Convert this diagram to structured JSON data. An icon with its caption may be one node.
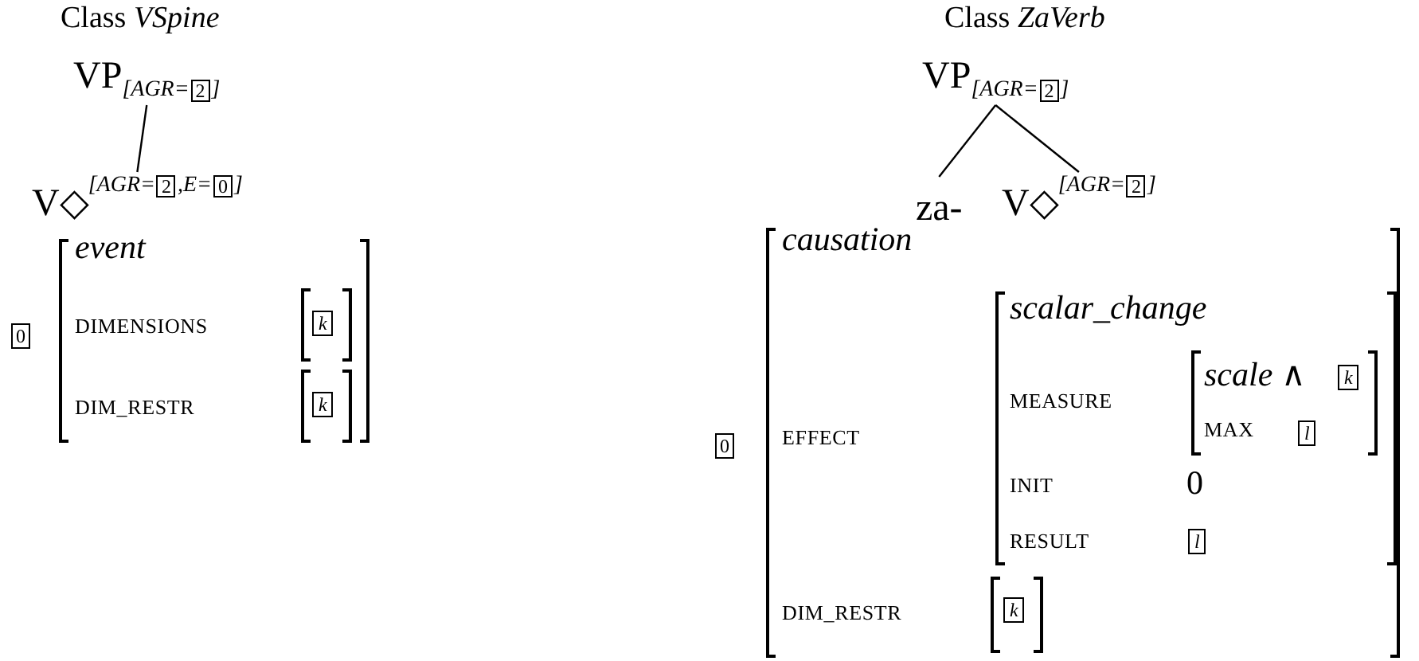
{
  "diagram": {
    "nodes": [
      {
        "text": [
          "VP",
          "[AGR=",
          "2",
          "]"
        ]
      },
      {
        "text": [
          "V◇",
          "[AGR=",
          "2",
          ",E=",
          "0",
          "]"
        ]
      },
      {
        "text": [
          "VP",
          "[AGR=",
          "2",
          "]"
        ]
      },
      {
        "text": [
          "za-"
        ]
      },
      {
        "text": [
          "V◇",
          "[AGR=",
          "2",
          "]"
        ]
      },
      {
        "text": [
          "0"
        ]
      },
      {
        "text": [
          "k"
        ]
      },
      {
        "text": [
          "k"
        ]
      },
      {
        "text": [
          "0"
        ]
      },
      {
        "text": [
          "k"
        ]
      },
      {
        "text": [
          "l"
        ]
      },
      {
        "text": [
          "l"
        ]
      },
      {
        "text": [
          "k"
        ]
      }
    ],
    "edges": [
      {
        "from": 0,
        "to": 1,
        "arrow": "none"
      },
      {
        "from": 2,
        "to": 3,
        "arrow": "none"
      },
      {
        "from": 2,
        "to": 4,
        "arrow": "none"
      }
    ],
    "labels": [
      "Class *VSpine*",
      "Class *ZaVerb*",
      "event",
      "DIMENSIONS",
      "DIM_RESTR",
      "causation",
      "EFFECT",
      "scalar_change",
      "MEASURE",
      "*scale* ∧",
      "MAX",
      "INIT",
      "0",
      "RESULT",
      "DIM_RESTR"
    ]
  }
}
